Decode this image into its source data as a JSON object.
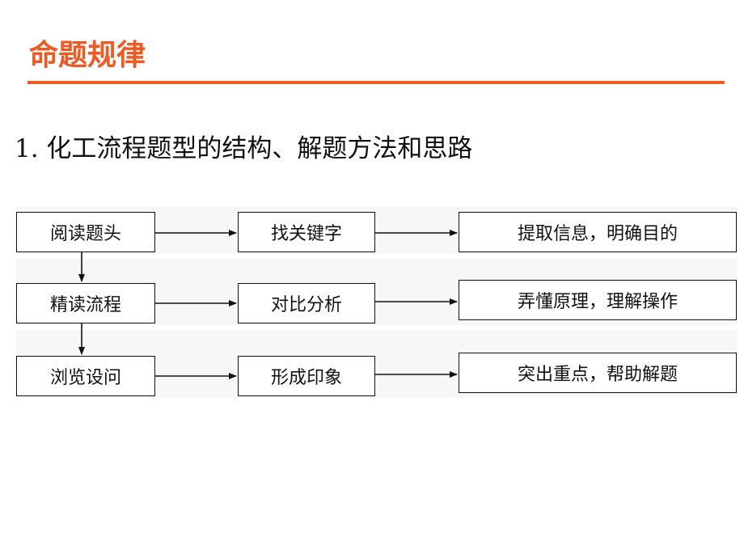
{
  "header": {
    "title": "命题规律",
    "accent_color": "#ee5a24"
  },
  "section": {
    "subtitle": "1. 化工流程题型的结构、解题方法和思路"
  },
  "flowchart": {
    "rows": [
      {
        "step": "阅读题头",
        "action": "找关键字",
        "result": "提取信息，明确目的"
      },
      {
        "step": "精读流程",
        "action": "对比分析",
        "result": "弄懂原理，理解操作"
      },
      {
        "step": "浏览设问",
        "action": "形成印象",
        "result": "突出重点，帮助解题"
      }
    ]
  }
}
